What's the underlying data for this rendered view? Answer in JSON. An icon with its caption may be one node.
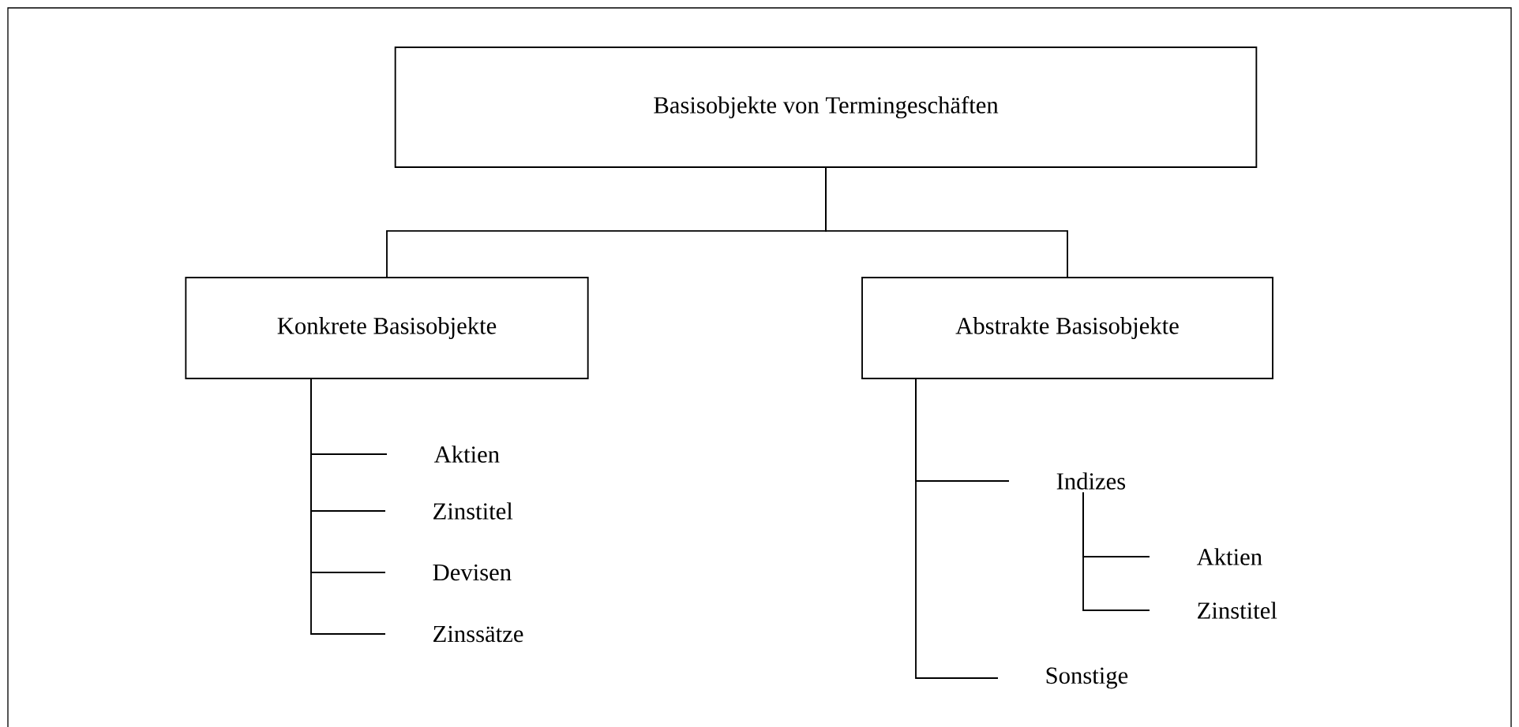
{
  "diagram": {
    "nodes": [
      {
        "text": [
          "Basisobjekte von Termingeschäften"
        ]
      },
      {
        "text": [
          "Konkrete Basisobjekte"
        ]
      },
      {
        "text": [
          "Abstrakte Basisobjekte"
        ]
      },
      {
        "text": [
          "Aktien"
        ]
      },
      {
        "text": [
          "Zinstitel"
        ]
      },
      {
        "text": [
          "Devisen"
        ]
      },
      {
        "text": [
          "Zinssätze"
        ]
      },
      {
        "text": [
          "Indizes"
        ]
      },
      {
        "text": [
          "Aktien"
        ]
      },
      {
        "text": [
          "Zinstitel"
        ]
      },
      {
        "text": [
          "Sonstige"
        ]
      }
    ],
    "edges": [
      {
        "from": 0,
        "to": 1,
        "arrow": "none"
      },
      {
        "from": 0,
        "to": 2,
        "arrow": "none"
      },
      {
        "from": 1,
        "to": 3,
        "arrow": "none"
      },
      {
        "from": 1,
        "to": 4,
        "arrow": "none"
      },
      {
        "from": 1,
        "to": 5,
        "arrow": "none"
      },
      {
        "from": 1,
        "to": 6,
        "arrow": "none"
      },
      {
        "from": 2,
        "to": 7,
        "arrow": "none"
      },
      {
        "from": 2,
        "to": 10,
        "arrow": "none"
      },
      {
        "from": 7,
        "to": 8,
        "arrow": "none"
      },
      {
        "from": 7,
        "to": 9,
        "arrow": "none"
      }
    ]
  }
}
